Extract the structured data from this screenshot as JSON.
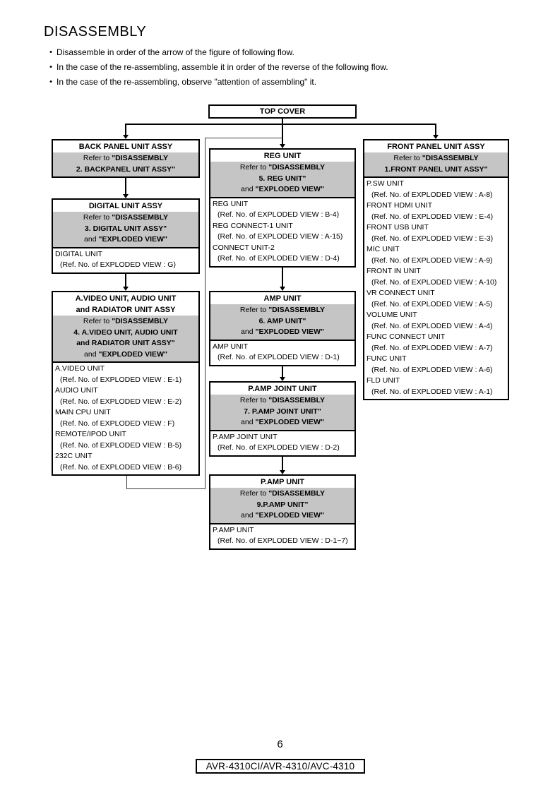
{
  "page": {
    "title": "DISASSEMBLY",
    "bullets": [
      "Disassemble in order of the arrow of the figure of following flow.",
      "In the case of the re-assembling, assemble it in order of the reverse of the following flow.",
      "In the case of the re-assembling, observe \"attention of assembling\" it."
    ],
    "page_number": "6",
    "footer_model": "AVR-4310CI/AVR-4310/AVC-4310"
  },
  "colors": {
    "refer_section_fill": "#c5c5c5",
    "line_color": "#000000"
  },
  "flow": {
    "top_cover": {
      "title": "TOP COVER"
    },
    "back_panel": {
      "title_lines": [
        "BACK PANEL UNIT ASSY"
      ],
      "refer_lines": [
        {
          "normal": "Refer to ",
          "bold": "\"DISASSEMBLY"
        },
        {
          "normal": "",
          "bold": "2. BACKPANEL UNIT ASSY\""
        }
      ],
      "items": []
    },
    "digital": {
      "title_lines": [
        "DIGITAL UNIT ASSY"
      ],
      "refer_lines": [
        {
          "normal": "Refer to ",
          "bold": "\"DISASSEMBLY"
        },
        {
          "normal": "",
          "bold": "3. DIGITAL UNIT ASSY\""
        },
        {
          "normal": "and ",
          "bold": "\"EXPLODED VIEW\""
        }
      ],
      "items": [
        {
          "name": "DIGITAL UNIT",
          "ref": "(Ref. No. of EXPLODED VIEW : G)"
        }
      ]
    },
    "avideo": {
      "title_lines": [
        "A.VIDEO UNIT, AUDIO UNIT",
        "and RADIATOR UNIT ASSY"
      ],
      "refer_lines": [
        {
          "normal": "Refer to ",
          "bold": "\"DISASSEMBLY"
        },
        {
          "normal": "",
          "bold": "4. A.VIDEO UNIT, AUDIO UNIT"
        },
        {
          "normal": "",
          "bold": "and RADIATOR UNIT  ASSY\""
        },
        {
          "normal": "and ",
          "bold": "\"EXPLODED VIEW\""
        }
      ],
      "items": [
        {
          "name": "A.VIDEO UNIT",
          "ref": "(Ref. No. of EXPLODED VIEW : E-1)"
        },
        {
          "name": "AUDIO UNIT",
          "ref": "(Ref. No. of EXPLODED VIEW : E-2)"
        },
        {
          "name": "MAIN CPU UNIT",
          "ref": "(Ref. No. of EXPLODED VIEW : F)"
        },
        {
          "name": "REMOTE/IPOD UNIT",
          "ref": "(Ref. No. of EXPLODED VIEW : B-5)"
        },
        {
          "name": "232C UNIT",
          "ref": "(Ref. No. of EXPLODED VIEW : B-6)"
        }
      ]
    },
    "reg": {
      "title_lines": [
        "REG UNIT"
      ],
      "refer_lines": [
        {
          "normal": "Refer to ",
          "bold": "\"DISASSEMBLY"
        },
        {
          "normal": "",
          "bold": "5. REG UNIT\""
        },
        {
          "normal": "and ",
          "bold": "\"EXPLODED VIEW\""
        }
      ],
      "items": [
        {
          "name": "REG UNIT",
          "ref": "(Ref. No. of EXPLODED VIEW : B-4)"
        },
        {
          "name": "REG CONNECT-1 UNIT",
          "ref": "(Ref. No. of EXPLODED VIEW : A-15)"
        },
        {
          "name": "CONNECT UNIT-2",
          "ref": "(Ref. No. of EXPLODED VIEW : D-4)"
        }
      ]
    },
    "amp": {
      "title_lines": [
        "AMP UNIT"
      ],
      "refer_lines": [
        {
          "normal": "Refer to ",
          "bold": "\"DISASSEMBLY"
        },
        {
          "normal": "",
          "bold": "6. AMP UNIT\""
        },
        {
          "normal": "and ",
          "bold": "\"EXPLODED VIEW\""
        }
      ],
      "items": [
        {
          "name": "AMP UNIT",
          "ref": "(Ref. No. of EXPLODED VIEW : D-1)"
        }
      ]
    },
    "pamp_joint": {
      "title_lines": [
        "P.AMP JOINT UNIT"
      ],
      "refer_lines": [
        {
          "normal": "Refer to ",
          "bold": "\"DISASSEMBLY"
        },
        {
          "normal": "",
          "bold": "7. P.AMP JOINT UNIT\""
        },
        {
          "normal": "and ",
          "bold": "\"EXPLODED VIEW\""
        }
      ],
      "items": [
        {
          "name": "P.AMP JOINT UNIT",
          "ref": "(Ref. No. of EXPLODED VIEW : D-2)"
        }
      ]
    },
    "pamp": {
      "title_lines": [
        "P.AMP UNIT"
      ],
      "refer_lines": [
        {
          "normal": "Refer to ",
          "bold": "\"DISASSEMBLY"
        },
        {
          "normal": "",
          "bold": "9.P.AMP UNIT\""
        },
        {
          "normal": "and ",
          "bold": "\"EXPLODED VIEW\""
        }
      ],
      "items": [
        {
          "name": "P.AMP UNIT",
          "ref": "(Ref. No. of EXPLODED VIEW : D-1~7)"
        }
      ]
    },
    "front_panel": {
      "title_lines": [
        "FRONT PANEL UNIT ASSY"
      ],
      "refer_lines": [
        {
          "normal": "Refer to ",
          "bold": "\"DISASSEMBLY"
        },
        {
          "normal": "",
          "bold": "1.FRONT PANEL UNIT ASSY\""
        }
      ],
      "items": [
        {
          "name": "P.SW UNIT",
          "ref": "(Ref. No. of EXPLODED VIEW : A-8)"
        },
        {
          "name": "FRONT HDMI UNIT",
          "ref": "(Ref. No. of EXPLODED VIEW : E-4)"
        },
        {
          "name": "FRONT USB UNIT",
          "ref": "(Ref. No. of EXPLODED VIEW : E-3)"
        },
        {
          "name": "MIC UNIT",
          "ref": "(Ref. No. of EXPLODED VIEW : A-9)"
        },
        {
          "name": "FRONT IN UNIT",
          "ref": "(Ref. No. of EXPLODED VIEW : A-10)"
        },
        {
          "name": "VR CONNECT UNIT",
          "ref": "(Ref. No. of EXPLODED VIEW : A-5)"
        },
        {
          "name": "VOLUME UNIT",
          "ref": "(Ref. No. of EXPLODED VIEW : A-4)"
        },
        {
          "name": "FUNC CONNECT UNIT",
          "ref": "(Ref. No. of EXPLODED VIEW : A-7)"
        },
        {
          "name": "FUNC UNIT",
          "ref": "(Ref. No. of EXPLODED VIEW : A-6)"
        },
        {
          "name": "FLD UNIT",
          "ref": "(Ref. No. of EXPLODED VIEW : A-1)"
        }
      ]
    }
  }
}
